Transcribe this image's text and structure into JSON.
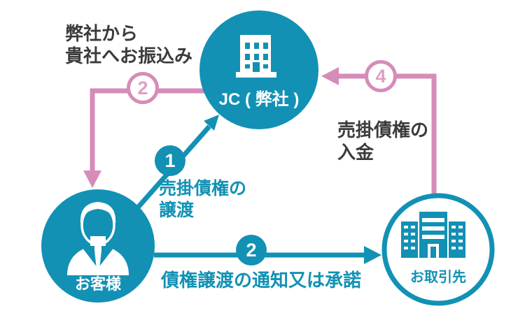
{
  "colors": {
    "teal": "#1291b4",
    "pink": "#d68cb8",
    "pink_digit": "#dda0c7",
    "text_dark": "#3b3b3b"
  },
  "nodes": {
    "jc": {
      "label": "JC ( 弊社 )",
      "icon": "office-building-icon"
    },
    "customer": {
      "label": "お客様",
      "icon": "businessman-icon"
    },
    "client": {
      "label": "お取引先",
      "icon": "office-buildings-icon"
    }
  },
  "steps": {
    "transfer": {
      "badge": "1",
      "line1": "売掛債権の",
      "line2": "譲渡"
    },
    "notice": {
      "badge": "2",
      "label": "債権譲渡の通知又は承諾"
    },
    "payout": {
      "badge": "2",
      "line1": "弊社から",
      "line2": "貴社へお振込み"
    },
    "deposit": {
      "badge": "4",
      "line1": "売掛債権の",
      "line2": "入金"
    }
  }
}
